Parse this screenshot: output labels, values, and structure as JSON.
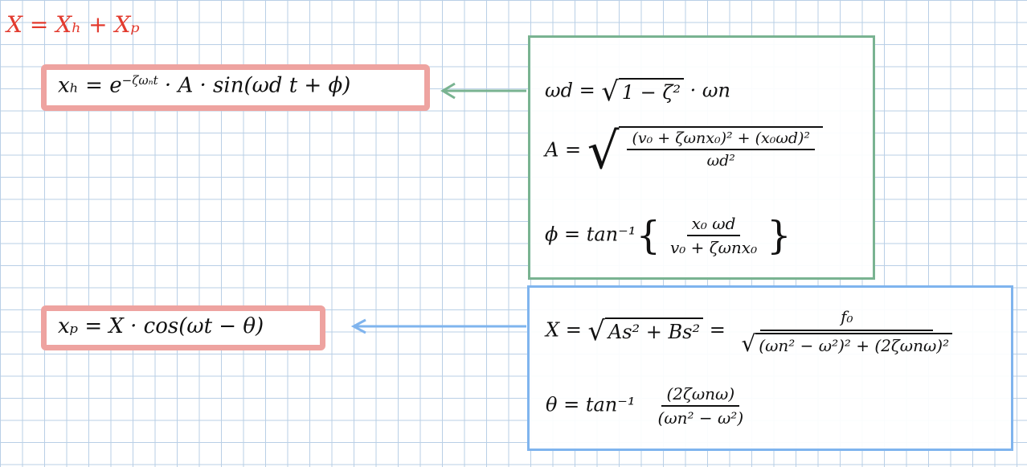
{
  "colors": {
    "grid": "#b9cfe6",
    "title_red": "#e23a2e",
    "highlight_pink": "#eea3a0",
    "green_box": "#79b391",
    "blue_box": "#7fb4ee"
  },
  "title": "X = Xₕ + Xₚ",
  "highlight_1": {
    "lhs": "xₕ = e",
    "exponent": "−ζωₙt",
    "rest": " · A · sin(ωd t + ϕ)"
  },
  "highlight_2": {
    "text": "xₚ =  X · cos(ωt − θ)"
  },
  "green_box": {
    "wd_lhs": "ωd = ",
    "wd_rad": "1 − ζ²",
    "wd_tail": " · ωn",
    "a_lhs": "A = ",
    "a_num": "(v₀ + ζωnx₀)² + (x₀ωd)²",
    "a_den": "ωd²",
    "phi_lhs": "ϕ = tan⁻¹",
    "phi_num": "x₀ ωd",
    "phi_den": "v₀ + ζωnx₀"
  },
  "blue_box": {
    "x_lhs": "X = ",
    "x_rad": "As² + Bs²",
    "x_eq": " = ",
    "x_num": "f₀",
    "x_den_rad": "(ωn² − ω²)² + (2ζωnω)²",
    "theta_lhs": "θ = tan⁻¹",
    "theta_num": "(2ζωnω)",
    "theta_den": "(ωn² − ω²)"
  }
}
